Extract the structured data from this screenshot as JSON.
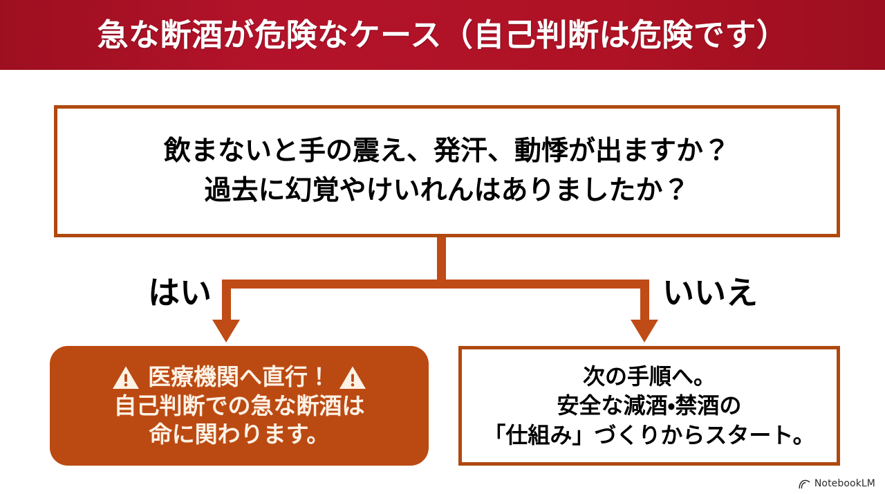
{
  "header": {
    "title": "急な断酒が危険なケース（自己判断は危険です）",
    "background_color": "#b01225",
    "text_color": "#ffffff"
  },
  "flowchart": {
    "accent_color": "#bf4b16",
    "border_color": "#b0490f",
    "danger_fill_color": "#bb4a12",
    "question": {
      "lines": [
        "飲まないと手の震え、発汗、動悸が出ますか？",
        "過去に幻覚やけいれんはありましたか？"
      ]
    },
    "branches": {
      "yes_label": "はい",
      "no_label": "いいえ"
    },
    "outcome_danger": {
      "warn_icon_left": "warning-triangle-icon",
      "warn_icon_right": "warning-triangle-icon",
      "headline": "医療機関へ直行！",
      "lines": [
        "自己判断での急な断酒は",
        "命に関わります。"
      ],
      "text_color": "#fdf2e6"
    },
    "outcome_next": {
      "lines": [
        "次の手順へ。",
        "安全な減酒・禁酒の",
        "「仕組み」づくりからスタート。"
      ],
      "text_color": "#000000"
    }
  },
  "watermark": {
    "label": "NotebookLM",
    "icon": "notebooklm-logo-icon"
  }
}
